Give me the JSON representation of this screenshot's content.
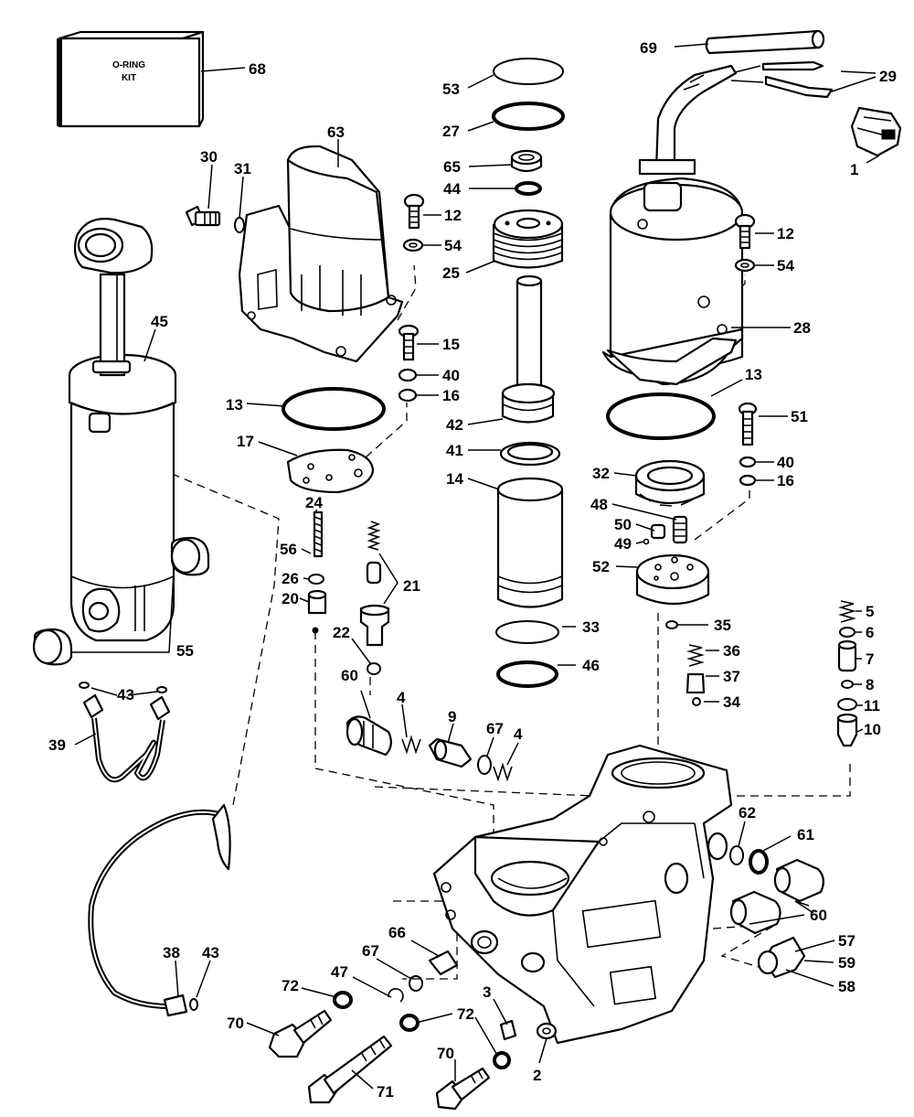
{
  "kit": {
    "line1": "O-RING",
    "line2": "KIT"
  },
  "callouts": {
    "c68": "68",
    "c69": "69",
    "c29": "29",
    "c1": "1",
    "c53": "53",
    "c27": "27",
    "c63": "63",
    "c65": "65",
    "c44": "44",
    "c30": "30",
    "c31": "31",
    "c12a": "12",
    "c12b": "12",
    "c54a": "54",
    "c54b": "54",
    "c25": "25",
    "c28": "28",
    "c45": "45",
    "c15": "15",
    "c40a": "40",
    "c40b": "40",
    "c16a": "16",
    "c16b": "16",
    "c13a": "13",
    "c13b": "13",
    "c42": "42",
    "c51": "51",
    "c17": "17",
    "c41": "41",
    "c32": "32",
    "c14": "14",
    "c24": "24",
    "c48": "48",
    "c50": "50",
    "c49": "49",
    "c52": "52",
    "c56": "56",
    "c26": "26",
    "c21": "21",
    "c20": "20",
    "c5": "5",
    "c6": "6",
    "c55": "55",
    "c33": "33",
    "c35": "35",
    "c22": "22",
    "c7": "7",
    "c36": "36",
    "c46": "46",
    "c8": "8",
    "c60a": "60",
    "c37": "37",
    "c43a": "43",
    "c4a": "4",
    "c9": "9",
    "c11": "11",
    "c34": "34",
    "c39": "39",
    "c67a": "67",
    "c4b": "4",
    "c10": "10",
    "c62": "62",
    "c61": "61",
    "c60b": "60",
    "c57": "57",
    "c66": "66",
    "c38": "38",
    "c43b": "43",
    "c67b": "67",
    "c59": "59",
    "c72a": "72",
    "c47": "47",
    "c58": "58",
    "c3": "3",
    "c72b": "72",
    "c70a": "70",
    "c70b": "70",
    "c71": "71",
    "c2": "2"
  }
}
